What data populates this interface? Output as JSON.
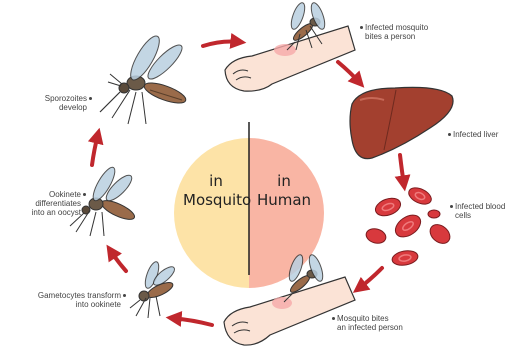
{
  "center": {
    "left": {
      "line1": "in",
      "line2": "Mosquito",
      "color": "#fde3a7"
    },
    "right": {
      "line1": "in",
      "line2": "Human",
      "color": "#f9b5a4"
    }
  },
  "steps": [
    {
      "text": "Infected mosquito bites a person",
      "line1": "Infected mosquito",
      "line2": "bites a person"
    },
    {
      "text": "Infected liver",
      "line1": "Infected liver"
    },
    {
      "text": "Infected blood cells",
      "line1": "Infected blood",
      "line2": "cells"
    },
    {
      "text": "Mosquito bites an infected person",
      "line1": "Mosquito bites",
      "line2": "an infected person"
    },
    {
      "text": "Gametocytes transform into ookinete",
      "line1": "Gametocytes transform",
      "line2": "into ookinete"
    },
    {
      "text": "Ookinete differentiates into an oocyst",
      "line1": "Ookinete",
      "line2": "differentiates",
      "line3": "into an oocyst"
    },
    {
      "text": "Sporozoites develop",
      "line1": "Sporozoites",
      "line2": "develop"
    }
  ],
  "colors": {
    "arrow": "#c0272d",
    "liver": "#a3402f",
    "blood": "#d8393d",
    "skin": "#fbe3d6",
    "mosquito": "#5a4a3a"
  }
}
